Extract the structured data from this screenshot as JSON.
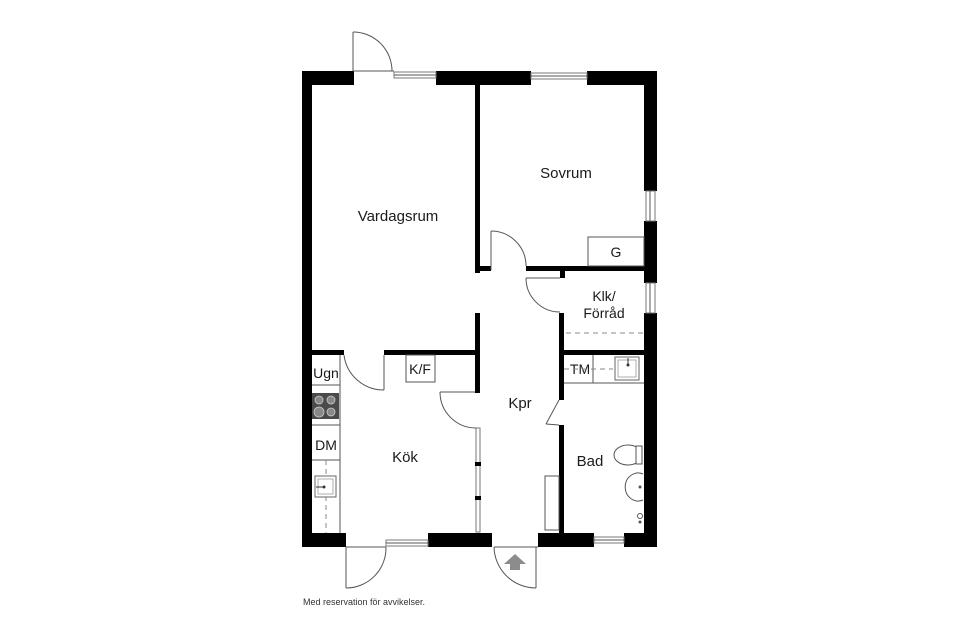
{
  "floorplan": {
    "rooms": {
      "vardagsrum": "Vardagsrum",
      "sovrum": "Sovrum",
      "klk_line1": "Klk/",
      "klk_line2": "Förråd",
      "kok": "Kök",
      "kpr": "Kpr",
      "bad": "Bad"
    },
    "fixtures": {
      "garderob": "G",
      "kyl_frys": "K/F",
      "ugn": "Ugn",
      "diskmaskin": "DM",
      "tvattmaskin": "TM"
    },
    "colors": {
      "wall": "#000000",
      "hob": "#4a4a4a",
      "entrance_arrow": "#8c8c8c"
    }
  },
  "disclaimer": "Med reservation för avvikelser."
}
